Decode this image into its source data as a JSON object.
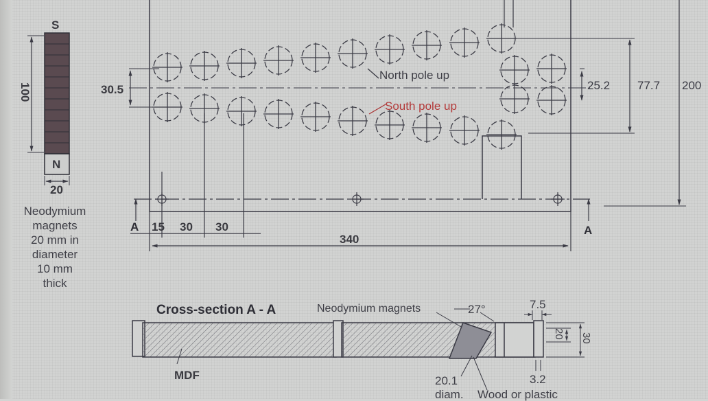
{
  "magnet_legend": {
    "top_pole": "S",
    "bottom_pole": "N",
    "height_dim": "100",
    "width_dim": "20",
    "description": [
      "Neodymium",
      "magnets",
      "20 mm in",
      "diameter",
      "10 mm",
      "thick"
    ]
  },
  "plan_view": {
    "labels": {
      "north_pole": "North pole up",
      "south_pole": "South pole up"
    },
    "dimensions": {
      "row_gap": "30.5",
      "right_gap": "25.2",
      "right_span": "77.7",
      "overall_height": "200",
      "first_offset": "15",
      "pitch_1": "30",
      "pitch_2": "30",
      "length": "340"
    },
    "section_marks": {
      "left": "A",
      "right": "A"
    }
  },
  "cross_section": {
    "title": "Cross-section A - A",
    "magnets_label": "Neodymium magnets",
    "angle": "27°",
    "wall": "7.5",
    "inner_depth": "20",
    "total_depth": "30",
    "material": "MDF",
    "hole_diam": "20.1",
    "hole_diam_unit": "diam.",
    "slot_width": "3.2",
    "insert_label": "Wood or plastic"
  },
  "colors": {
    "line": "#3a3a44",
    "paper": "#d2d3d2",
    "south_label": "#b33a3a"
  }
}
